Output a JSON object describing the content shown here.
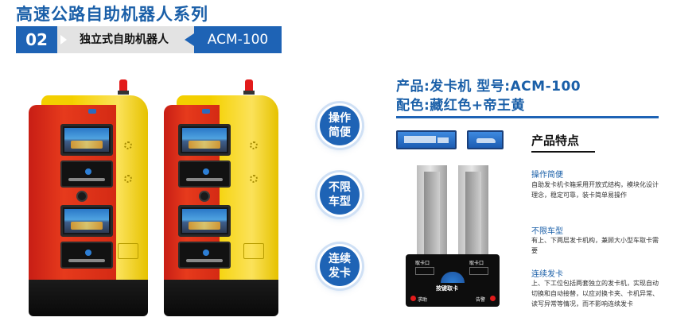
{
  "header": {
    "title": "高速公路自助机器人系列",
    "section_number": "02",
    "section_label": "独立式自助机器人",
    "model_badge": "ACM-100"
  },
  "circles": [
    {
      "label_line1": "操作",
      "label_line2": "简便"
    },
    {
      "label_line1": "不限",
      "label_line2": "车型"
    },
    {
      "label_line1": "连续",
      "label_line2": "发卡"
    }
  ],
  "product": {
    "line1": "产品:发卡机  型号:ACM-100",
    "line2": "配色:藏红色+帝王黄"
  },
  "features": {
    "heading": "产品特点",
    "items": [
      {
        "name": "操作简便",
        "desc": "自助发卡机卡箱采用开放式结构，模块化设计理念，稳定可靠，装卡简单易操作"
      },
      {
        "name": "不限车型",
        "desc": "有上、下两层发卡机构，兼顾大小型车取卡需要"
      },
      {
        "name": "连续发卡",
        "desc": "上、下工位包括两套独立的发卡机，实现自动切换和自动接替，以应对换卡夹、卡机异常、读写异常等情况，而不影响连续发卡"
      }
    ]
  },
  "dispenser": {
    "left_slot": "取卡口",
    "right_slot": "取卡口",
    "key_label": "按键取卡",
    "help_label": "求助",
    "alarm_label": "告警"
  },
  "colors": {
    "brand_blue": "#1e63b5",
    "saffron_red": "#d42a14",
    "imperial_yellow": "#f5d100"
  }
}
